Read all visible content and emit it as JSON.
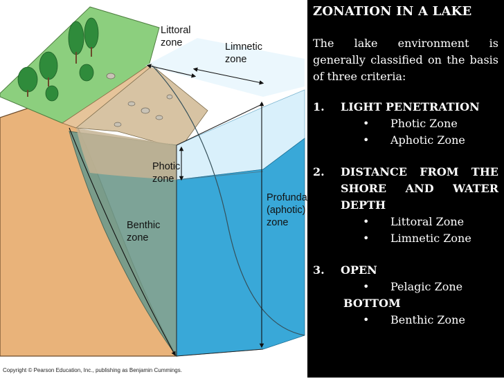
{
  "diagram": {
    "labels": {
      "littoral_1": "Littoral",
      "littoral_2": "zone",
      "limnetic_1": "Limnetic",
      "limnetic_2": "zone",
      "photic_1": "Photic",
      "photic_2": "zone",
      "benthic_1": "Benthic",
      "benthic_2": "zone",
      "profundal_1": "Profundal",
      "profundal_2": "(aphotic)",
      "profundal_3": "zone"
    },
    "copyright": "Copyright © Pearson Education, Inc., publishing as Benjamin Cummings.",
    "colors": {
      "grass": "#8ccf7e",
      "soil": "#e9b37a",
      "shore_sand": "#e6c49a",
      "photic_water": "#d9f0fb",
      "aphotic_water": "#39a8d8",
      "benthic_dark": "#6f9a8c",
      "tree_green": "#2f8b3b"
    }
  },
  "panel": {
    "title": "ZONATION IN A LAKE",
    "intro": "The lake environment is generally classified on the basis of three criteria:",
    "criteria": [
      {
        "num": "1.",
        "label": "LIGHT PENETRATION",
        "items": [
          "Photic Zone",
          "Aphotic Zone"
        ]
      },
      {
        "num": "2.",
        "label": "DISTANCE FROM THE SHORE AND WATER DEPTH",
        "items": [
          "Littoral Zone",
          "Limnetic Zone"
        ]
      },
      {
        "num": "3.",
        "label": "OPEN",
        "items": [
          "Pelagic Zone"
        ],
        "extra_label": "BOTTOM",
        "extra_items": [
          "Benthic Zone"
        ]
      }
    ],
    "bullet": "•"
  }
}
